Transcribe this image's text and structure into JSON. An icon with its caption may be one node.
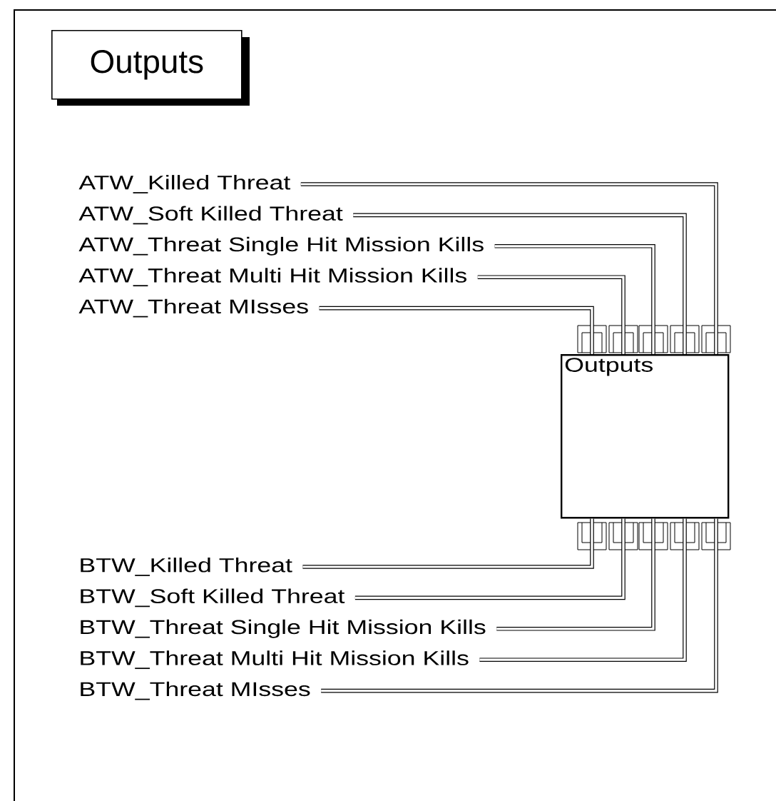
{
  "diagram": {
    "title": "Outputs",
    "nodes": [
      {
        "text": [
          "Outputs"
        ]
      },
      {
        "text": [
          "ATW_Killed Threat"
        ]
      },
      {
        "text": [
          "ATW_Soft Killed Threat"
        ]
      },
      {
        "text": [
          "ATW_Threat Single Hit Mission Kills"
        ]
      },
      {
        "text": [
          "ATW_Threat Multi Hit Mission Kills"
        ]
      },
      {
        "text": [
          "ATW_Threat MIsses"
        ]
      },
      {
        "text": [
          "BTW_Killed Threat"
        ]
      },
      {
        "text": [
          "BTW_Soft Killed Threat"
        ]
      },
      {
        "text": [
          "BTW_Threat Single Hit Mission Kills"
        ]
      },
      {
        "text": [
          "BTW_Threat Multi Hit Mission Kills"
        ]
      },
      {
        "text": [
          "BTW_Threat MIsses"
        ]
      }
    ],
    "edges": [
      {
        "from": 1,
        "to": 0,
        "arrow": "other"
      },
      {
        "from": 2,
        "to": 0,
        "arrow": "other"
      },
      {
        "from": 3,
        "to": 0,
        "arrow": "other"
      },
      {
        "from": 4,
        "to": 0,
        "arrow": "other"
      },
      {
        "from": 5,
        "to": 0,
        "arrow": "other"
      },
      {
        "from": 6,
        "to": 0,
        "arrow": "other"
      },
      {
        "from": 7,
        "to": 0,
        "arrow": "other"
      },
      {
        "from": 8,
        "to": 0,
        "arrow": "other"
      },
      {
        "from": 9,
        "to": 0,
        "arrow": "other"
      },
      {
        "from": 10,
        "to": 0,
        "arrow": "other"
      }
    ]
  }
}
